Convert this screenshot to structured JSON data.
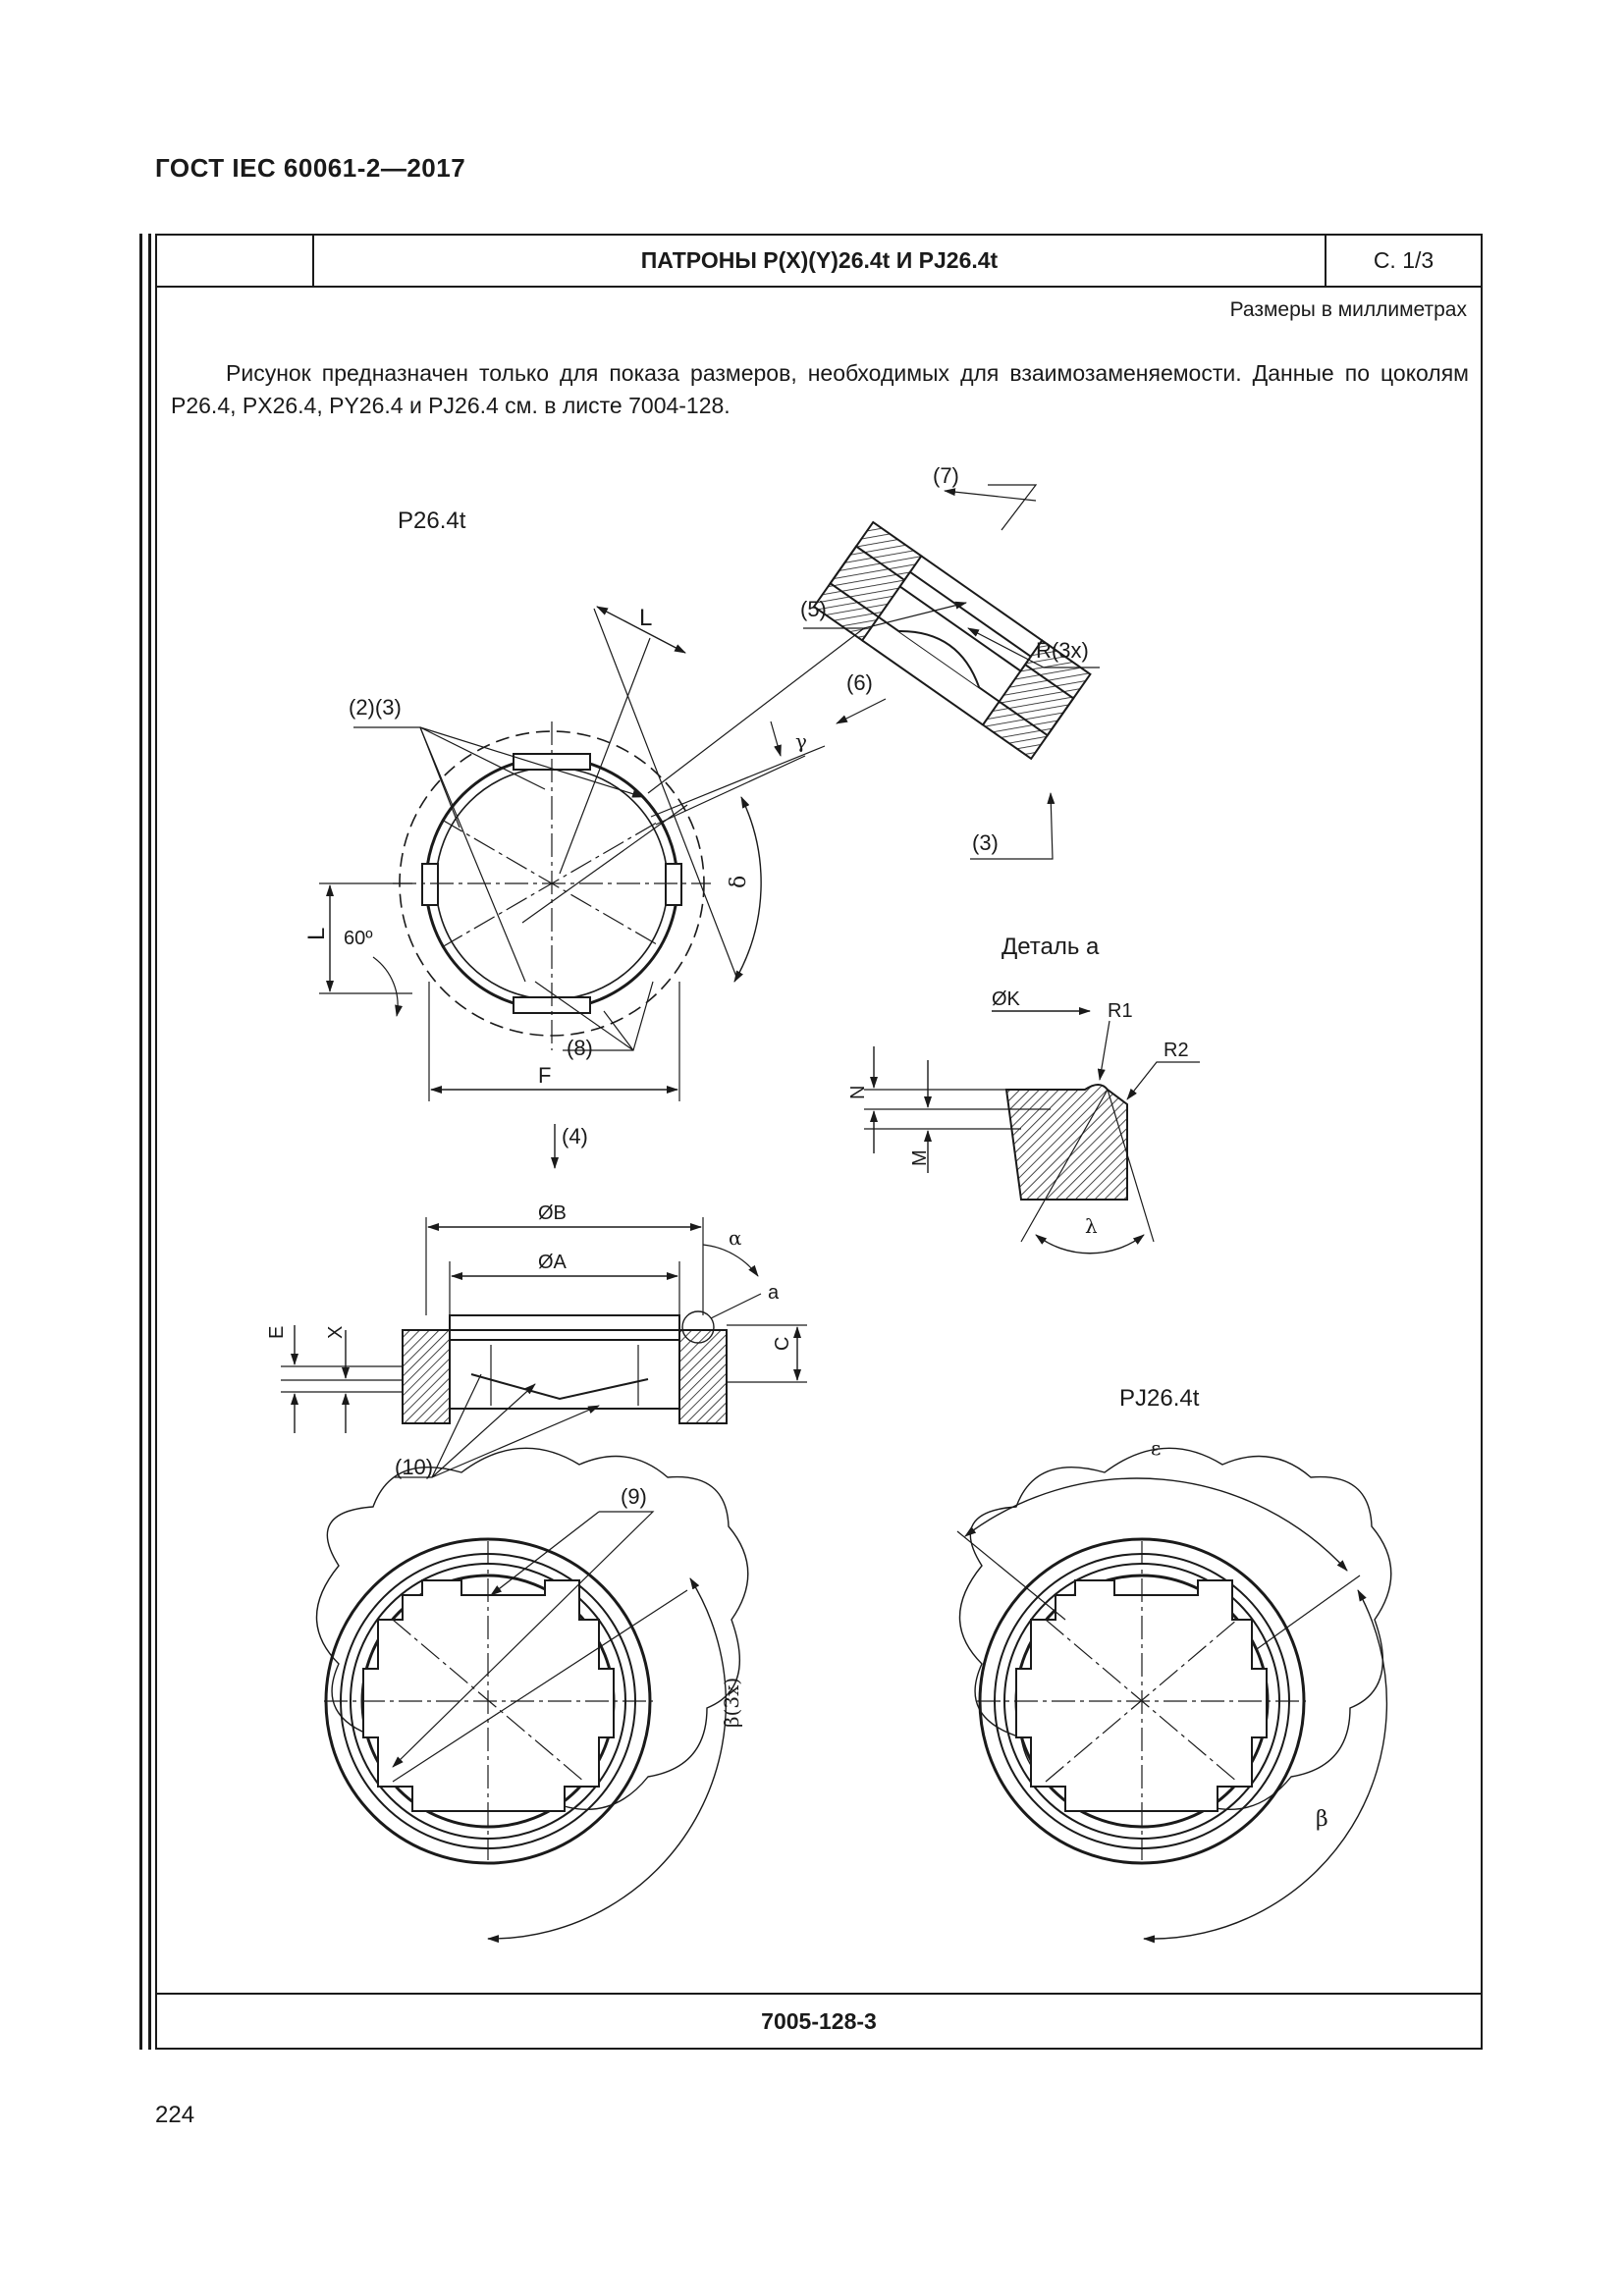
{
  "header": {
    "standard": "ГОСТ IEC 60061-2—2017"
  },
  "sheet": {
    "title": "ПАТРОНЫ P(X)(Y)26.4t И PJ26.4t",
    "page_label": "С. 1/3",
    "units_note": "Размеры в миллиметрах",
    "intro": "Рисунок предназначен только для показа размеров, необходимых для взаимозаменяемости. Данные по цоколям P26.4, PX26.4, PY26.4 и PJ26.4 см. в листе 7004-128.",
    "sheet_number": "7005-128-3"
  },
  "figure": {
    "view_p264t": "P26.4t",
    "view_pj264t": "PJ26.4t",
    "detail_a": "Деталь a",
    "ref_7": "(7)",
    "ref_5": "(5)",
    "ref_6": "(6)",
    "ref_3": "(3)",
    "ref_2_3": "(2)(3)",
    "ref_8": "(8)",
    "ref_4": "(4)",
    "ref_10": "(10)",
    "ref_9": "(9)",
    "r_3x": "R(3x)",
    "dim_L": "L",
    "dim_F": "F",
    "angle_60": "60º",
    "gamma": "γ",
    "delta": "δ",
    "dim_K": "ØK",
    "dim_R1": "R1",
    "dim_R2": "R2",
    "dim_N": "N",
    "dim_M": "M",
    "lambda": "λ",
    "dim_B": "ØB",
    "dim_A": "ØA",
    "alpha": "α",
    "label_a": "a",
    "dim_E": "E",
    "dim_X": "X",
    "dim_C": "C",
    "beta_3x": "β(3x)",
    "beta": "β",
    "epsilon": "ε"
  },
  "page": {
    "number": "224"
  }
}
